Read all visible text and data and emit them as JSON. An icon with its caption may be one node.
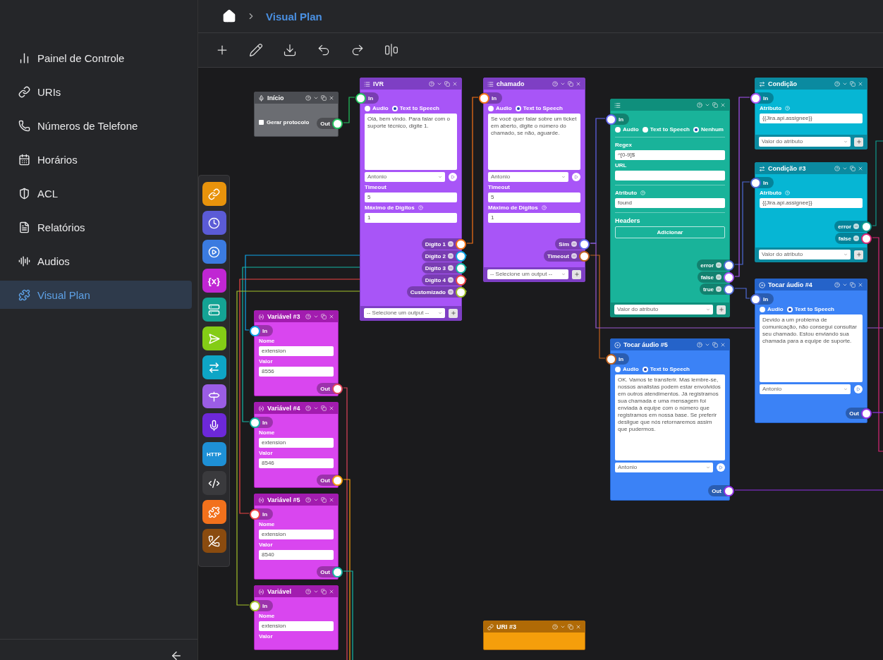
{
  "diagram": {
    "nodes": [
      {
        "text": [
          "Início",
          "Gerar protocolo"
        ]
      },
      {
        "text": [
          "Out"
        ],
        "in": 0
      },
      {
        "text": [
          "IVR",
          "Audio",
          "Text to Speech",
          "Olá, bem vindo. Para falar com o suporte técnico, digite 1.",
          "Antonio",
          "Timeout",
          "5",
          "Máximo de Dígitos",
          "1",
          "-- Selecione um output --"
        ]
      },
      {
        "text": [
          "In"
        ],
        "in": 2
      },
      {
        "text": [
          "Dígito 1"
        ],
        "in": 2
      },
      {
        "text": [
          "Dígito 2"
        ],
        "in": 2
      },
      {
        "text": [
          "Dígito 3"
        ],
        "in": 2
      },
      {
        "text": [
          "Dígito 4"
        ],
        "in": 2
      },
      {
        "text": [
          "Customizado"
        ],
        "in": 2
      },
      {
        "text": [
          "chamado",
          "Audio",
          "Text to Speech",
          "Se você quer falar sobre um ticket em aberto, digite o número do chamado, se não, aguarde.",
          "Antonio",
          "Timeout",
          "5",
          "Máximo de Dígitos",
          "1",
          "-- Selecione um output --"
        ]
      },
      {
        "text": [
          "In"
        ],
        "in": 9
      },
      {
        "text": [
          "Sim"
        ],
        "in": 9
      },
      {
        "text": [
          "Timeout"
        ],
        "in": 9
      },
      {
        "text": [
          "Audio",
          "Text to Speech",
          "Nenhum",
          "Regex",
          "^[0-9]$",
          "URL",
          "Atributo",
          "found",
          "Headers",
          "Adicionar",
          "Valor do atributo"
        ]
      },
      {
        "text": [
          "In"
        ],
        "in": 13
      },
      {
        "text": [
          "error"
        ],
        "in": 13
      },
      {
        "text": [
          "false"
        ],
        "in": 13
      },
      {
        "text": [
          "true"
        ],
        "in": 13
      },
      {
        "text": [
          "Condição",
          "Atributo",
          "{{Jira.api.assignee}}",
          "Valor do atributo"
        ]
      },
      {
        "text": [
          "In"
        ],
        "in": 18
      },
      {
        "text": [
          "Condição #3",
          "Atributo",
          "{{Jira.api.assignee}}",
          "Valor do atributo"
        ]
      },
      {
        "text": [
          "In"
        ],
        "in": 20
      },
      {
        "text": [
          "error"
        ],
        "in": 20
      },
      {
        "text": [
          "false"
        ],
        "in": 20
      },
      {
        "text": [
          "Tocar áudio #5",
          "Audio",
          "Text to Speech",
          "OK. Vamos te transferir. Mas lembre-se, nossos analistas podem estar envolvidos em outros atendimentos. Já registramos sua chamada e uma mensagem foi enviada à equipe com o número que registramos em nossa base. Se preferir desligue que nós retornaremos assim que pudermos.",
          "Antonio"
        ]
      },
      {
        "text": [
          "In"
        ],
        "in": 24
      },
      {
        "text": [
          "Out"
        ],
        "in": 24
      },
      {
        "text": [
          "Tocar áudio #4",
          "Audio",
          "Text to Speech",
          "Devido a um problema de comunicação, não consegui consultar seu chamado. Estou enviando sua chamada para a equipe de suporte.",
          "Antonio"
        ]
      },
      {
        "text": [
          "In"
        ],
        "in": 27
      },
      {
        "text": [
          "Out"
        ],
        "in": 27
      },
      {
        "text": [
          "Variável #3",
          "Nome",
          "extension",
          "Valor",
          "8556"
        ]
      },
      {
        "text": [
          "In"
        ],
        "in": 30
      },
      {
        "text": [
          "Out"
        ],
        "in": 30
      },
      {
        "text": [
          "Variável #4",
          "Nome",
          "extension",
          "Valor",
          "8546"
        ]
      },
      {
        "text": [
          "In"
        ],
        "in": 33
      },
      {
        "text": [
          "Out"
        ],
        "in": 33
      },
      {
        "text": [
          "Variável #5",
          "Nome",
          "extension",
          "Valor",
          "8540"
        ]
      },
      {
        "text": [
          "In"
        ],
        "in": 36
      },
      {
        "text": [
          "Out"
        ],
        "in": 36
      },
      {
        "text": [
          "Variável",
          "Nome",
          "extension",
          "Valor"
        ]
      },
      {
        "text": [
          "In"
        ],
        "in": 39
      },
      {
        "text": [
          "URI #3"
        ]
      }
    ],
    "edges": [
      {
        "from": 1,
        "to": 3,
        "arrow": "none",
        "color": "#22c55e"
      },
      {
        "from": 4,
        "to": 10,
        "arrow": "none",
        "color": "#f97316"
      },
      {
        "from": 5,
        "to": 31,
        "arrow": "none",
        "color": "#0ea5e9"
      },
      {
        "from": 6,
        "to": 34,
        "arrow": "none",
        "color": "#14b8a6"
      },
      {
        "from": 7,
        "to": 37,
        "arrow": "none",
        "color": "#ef4444"
      },
      {
        "from": 8,
        "to": 40,
        "arrow": "none",
        "color": "#a3c12a"
      },
      {
        "from": 11,
        "to": 14,
        "arrow": "none",
        "color": "#6366f1"
      },
      {
        "from": 12,
        "to": 25,
        "arrow": "none",
        "color": "#c2621c"
      },
      {
        "from": 15,
        "to": 21,
        "arrow": "none",
        "color": "#4f6bd8"
      },
      {
        "from": 16,
        "to": 19,
        "arrow": "none",
        "color": "#a855f7"
      },
      {
        "from": 17,
        "to": 28,
        "arrow": "none",
        "color": "#4f6bd8"
      },
      {
        "from": 11,
        "to": null,
        "arrow": "none",
        "color": "#9b59d0"
      },
      {
        "from": 22,
        "to": null,
        "arrow": "none",
        "color": "#0f9b8e"
      },
      {
        "from": 23,
        "to": null,
        "arrow": "none",
        "color": "#db2777"
      },
      {
        "from": 26,
        "to": null,
        "arrow": "none",
        "color": "#9333ea"
      },
      {
        "from": 29,
        "to": null,
        "arrow": "none",
        "color": "#9333ea"
      },
      {
        "from": 32,
        "to": null,
        "arrow": "none",
        "color": "#e0445a"
      },
      {
        "from": 35,
        "to": null,
        "arrow": "none",
        "color": "#f59e0b"
      },
      {
        "from": 38,
        "to": null,
        "arrow": "none",
        "color": "#14b8a6"
      }
    ],
    "labels": [
      "Painel de Controle",
      "URIs",
      "Números de Telefone",
      "Horários",
      "ACL",
      "Relatórios",
      "Audios",
      "Visual Plan",
      "Visual Plan",
      "{x}",
      "HTTP"
    ]
  }
}
